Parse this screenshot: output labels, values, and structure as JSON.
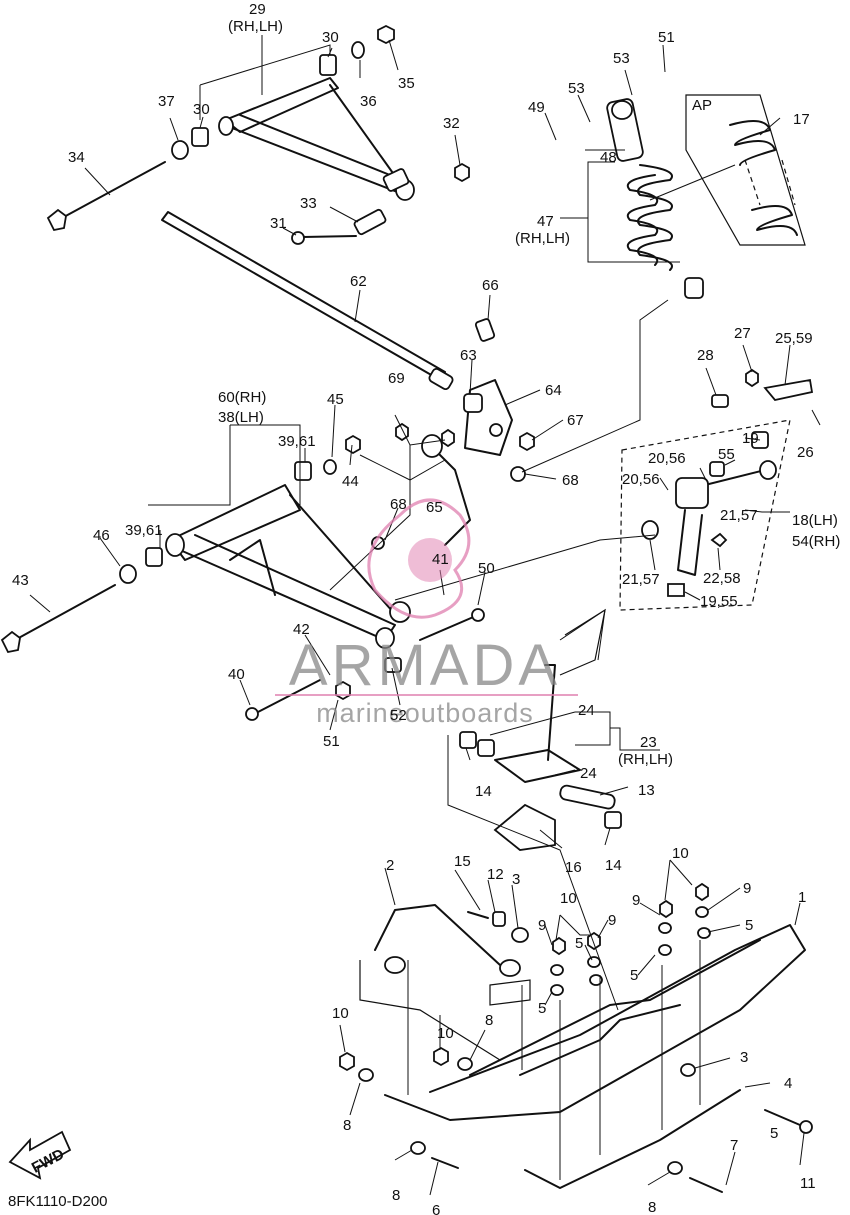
{
  "diagram": {
    "callouts": [
      {
        "id": "c1",
        "text": "1"
      },
      {
        "id": "c2",
        "text": "2"
      },
      {
        "id": "c3a",
        "text": "3"
      },
      {
        "id": "c3b",
        "text": "3"
      },
      {
        "id": "c4",
        "text": "4"
      },
      {
        "id": "c5a",
        "text": "5"
      },
      {
        "id": "c5b",
        "text": "5"
      },
      {
        "id": "c5c",
        "text": "5"
      },
      {
        "id": "c5d",
        "text": "5"
      },
      {
        "id": "c5e",
        "text": "5"
      },
      {
        "id": "c6",
        "text": "6"
      },
      {
        "id": "c7",
        "text": "7"
      },
      {
        "id": "c8a",
        "text": "8"
      },
      {
        "id": "c8b",
        "text": "8"
      },
      {
        "id": "c8c",
        "text": "8"
      },
      {
        "id": "c8d",
        "text": "8"
      },
      {
        "id": "c9a",
        "text": "9"
      },
      {
        "id": "c9b",
        "text": "9"
      },
      {
        "id": "c9c",
        "text": "9"
      },
      {
        "id": "c9d",
        "text": "9"
      },
      {
        "id": "c10a",
        "text": "10"
      },
      {
        "id": "c10b",
        "text": "10"
      },
      {
        "id": "c10c",
        "text": "10"
      },
      {
        "id": "c10d",
        "text": "10"
      },
      {
        "id": "c11",
        "text": "11"
      },
      {
        "id": "c12",
        "text": "12"
      },
      {
        "id": "c13",
        "text": "13"
      },
      {
        "id": "c14a",
        "text": "14"
      },
      {
        "id": "c14b",
        "text": "14"
      },
      {
        "id": "c15",
        "text": "15"
      },
      {
        "id": "c16",
        "text": "16"
      },
      {
        "id": "c17",
        "text": "17"
      },
      {
        "id": "c18",
        "text": "18(LH)"
      },
      {
        "id": "c54",
        "text": "54(RH)"
      },
      {
        "id": "c19a",
        "text": "19"
      },
      {
        "id": "c1955",
        "text": "19,55"
      },
      {
        "id": "c2056a",
        "text": "20,56"
      },
      {
        "id": "c2056b",
        "text": "20,56"
      },
      {
        "id": "c55",
        "text": "55"
      },
      {
        "id": "c2157a",
        "text": "21,57"
      },
      {
        "id": "c2157b",
        "text": "21,57"
      },
      {
        "id": "c2258",
        "text": "22,58"
      },
      {
        "id": "c23",
        "text": "23"
      },
      {
        "id": "c23rl",
        "text": "(RH,LH)"
      },
      {
        "id": "c24a",
        "text": "24"
      },
      {
        "id": "c24b",
        "text": "24"
      },
      {
        "id": "c2559",
        "text": "25,59"
      },
      {
        "id": "c26",
        "text": "26"
      },
      {
        "id": "c27",
        "text": "27"
      },
      {
        "id": "c28",
        "text": "28"
      },
      {
        "id": "c29",
        "text": "29"
      },
      {
        "id": "c29rl",
        "text": "(RH,LH)"
      },
      {
        "id": "c30a",
        "text": "30"
      },
      {
        "id": "c30b",
        "text": "30"
      },
      {
        "id": "c31",
        "text": "31"
      },
      {
        "id": "c32",
        "text": "32"
      },
      {
        "id": "c33",
        "text": "33"
      },
      {
        "id": "c34",
        "text": "34"
      },
      {
        "id": "c35",
        "text": "35"
      },
      {
        "id": "c36",
        "text": "36"
      },
      {
        "id": "c37",
        "text": "37"
      },
      {
        "id": "c60",
        "text": "60(RH)"
      },
      {
        "id": "c38",
        "text": "38(LH)"
      },
      {
        "id": "c3961a",
        "text": "39,61"
      },
      {
        "id": "c3961b",
        "text": "39,61"
      },
      {
        "id": "c40",
        "text": "40"
      },
      {
        "id": "c41",
        "text": "41"
      },
      {
        "id": "c42",
        "text": "42"
      },
      {
        "id": "c43",
        "text": "43"
      },
      {
        "id": "c44",
        "text": "44"
      },
      {
        "id": "c45",
        "text": "45"
      },
      {
        "id": "c46",
        "text": "46"
      },
      {
        "id": "c47",
        "text": "47"
      },
      {
        "id": "c47rl",
        "text": "(RH,LH)"
      },
      {
        "id": "c48",
        "text": "48"
      },
      {
        "id": "c49",
        "text": "49"
      },
      {
        "id": "c50",
        "text": "50"
      },
      {
        "id": "c51a",
        "text": "51"
      },
      {
        "id": "c51b",
        "text": "51"
      },
      {
        "id": "c52",
        "text": "52"
      },
      {
        "id": "c53a",
        "text": "53"
      },
      {
        "id": "c53b",
        "text": "53"
      },
      {
        "id": "c62",
        "text": "62"
      },
      {
        "id": "c63",
        "text": "63"
      },
      {
        "id": "c64",
        "text": "64"
      },
      {
        "id": "c65",
        "text": "65"
      },
      {
        "id": "c66",
        "text": "66"
      },
      {
        "id": "c67",
        "text": "67"
      },
      {
        "id": "c68a",
        "text": "68"
      },
      {
        "id": "c68b",
        "text": "68"
      },
      {
        "id": "c69",
        "text": "69"
      }
    ],
    "ap_label": "AP",
    "fwd_label": "FWD",
    "diagram_code": "8FK1110-D200"
  },
  "watermark": {
    "brand": "ARMADA",
    "tagline": "marineoutboards",
    "brand_color": "#888888",
    "accent_color": "#e080b0"
  }
}
